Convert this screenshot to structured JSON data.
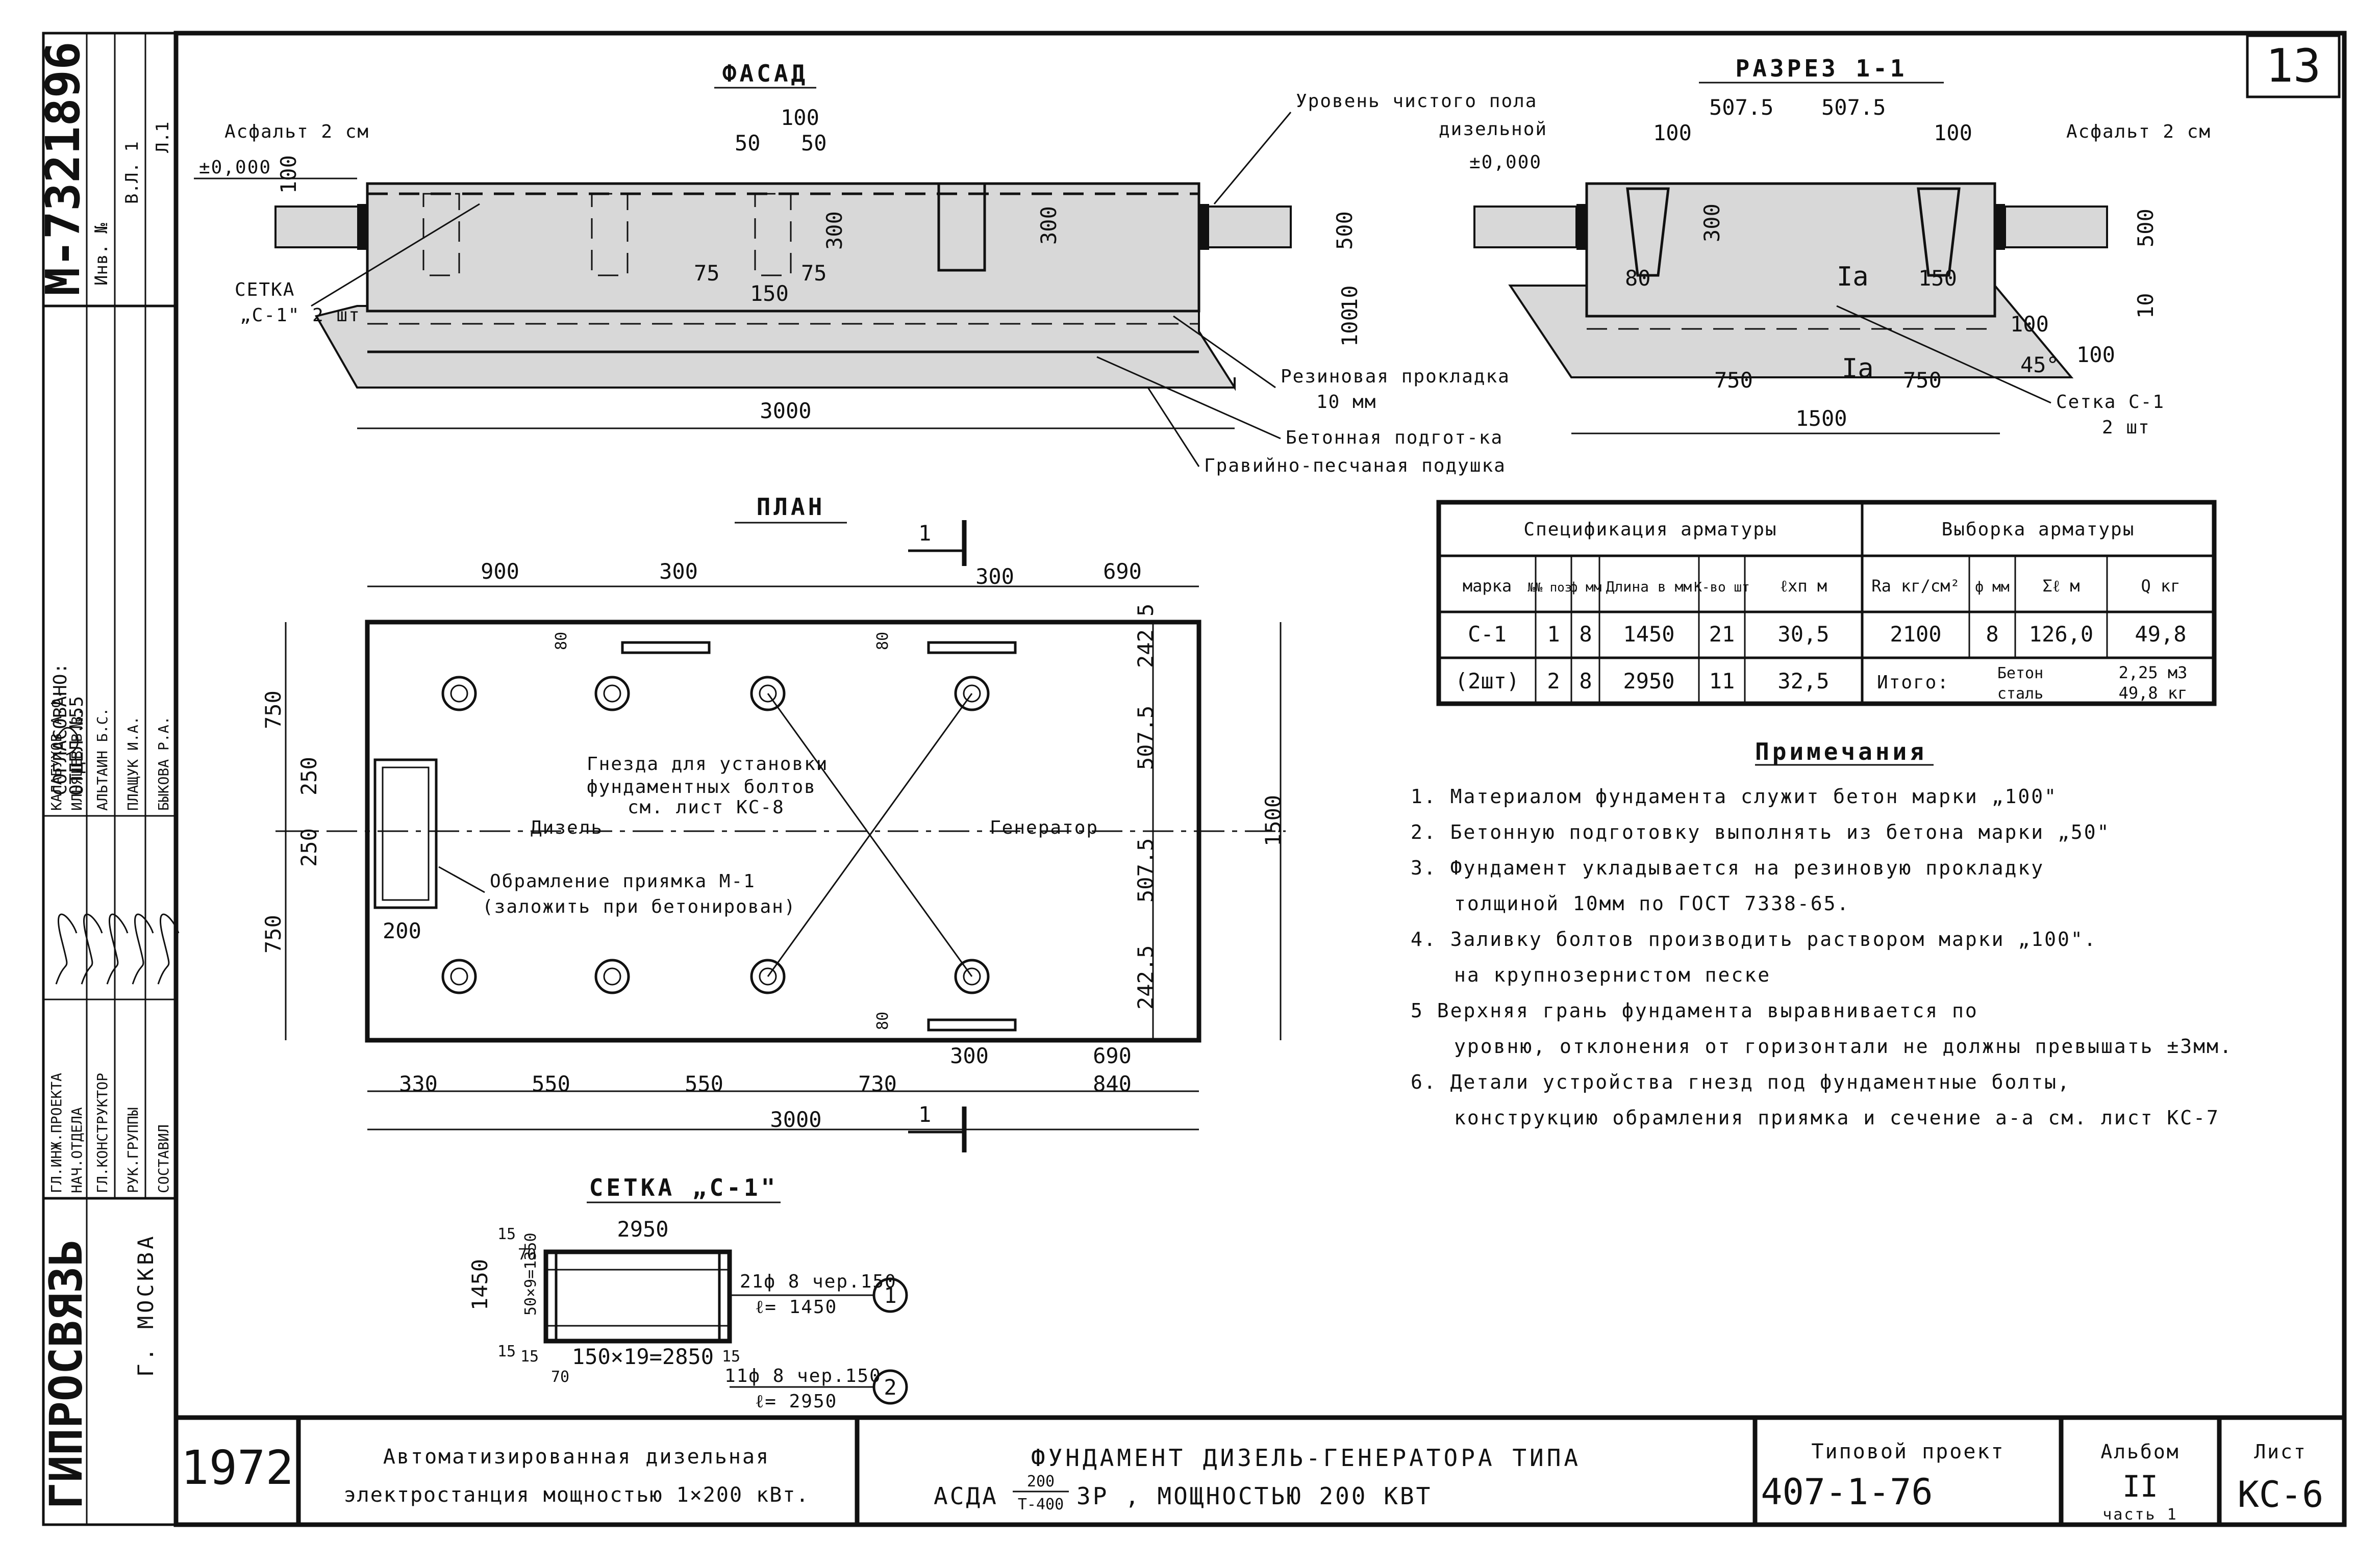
{
  "sheet_number": "13",
  "stamp": {
    "org": "ГИПРОСВЯЗЬ",
    "city": "Г. МОСКВА",
    "doc_number": "М-7321896",
    "inv_label": "Инв. №",
    "sheet_code": "Л.1",
    "vl": "В.Л. 1",
    "agreed": "СОГЛАСОВАНО:",
    "dept": "ОТДЕЛ №55",
    "roles": [
      "ГЛ.ИНЖ.ПРОЕКТА",
      "НАЧ.ОТДЕЛА",
      "ГЛ.КОНСТРУКТОР",
      "РУК.ГРУППЫ",
      "СОСТАВИЛ"
    ],
    "names": [
      "КАЛАБУХОВ А.Ф.",
      "ИЛЬЯШЕВ В.В.",
      "АЛЬТАИН Б.С.",
      "ПЛАЩУК И.А.",
      "БЫКОВА Р.А."
    ]
  },
  "facade": {
    "title": "ФАСАД",
    "asphalt": "Асфальт 2 см",
    "zero": "±0,000",
    "mesh": "СЕТКА",
    "mesh_count": "„С-1\" 2 шт",
    "clean_floor": "Уровень чистого пола",
    "diesel_room": "дизельной",
    "rubber": "Резиновая прокладка",
    "rubber_t": "10 мм",
    "concrete_prep": "Бетонная подгот-ка",
    "gravel": "Гравийно-песчаная подушка",
    "dims": [
      "100",
      "50",
      "50",
      "300",
      "300",
      "75",
      "150",
      "75",
      "100",
      "500",
      "10",
      "100",
      "3000"
    ]
  },
  "section": {
    "title": "РАЗРЕЗ 1-1",
    "asphalt": "Асфальт 2 см",
    "zero": "±0,000",
    "mesh": "Сетка С-1",
    "mesh_count": "2 шт",
    "marks": [
      "Ia",
      "Ia"
    ],
    "dims": [
      "507.5",
      "507.5",
      "100",
      "100",
      "300",
      "80",
      "150",
      "750",
      "750",
      "1500",
      "500",
      "10",
      "100",
      "45°",
      "100"
    ]
  },
  "plan": {
    "title": "ПЛАН",
    "cut": "1",
    "diesel": "Дизель",
    "generator": "Генератор",
    "bolt_holes": "Гнезда для установки",
    "bolt_holes2": "фундаментных болтов",
    "bolt_holes3": "см. лист КС-8",
    "frame": "Обрамление приямка М-1",
    "frame2": "(заложить при бетонирован)",
    "top_dims": [
      "900",
      "300",
      "300",
      "690"
    ],
    "bottom_dims": [
      "330",
      "550",
      "550",
      "730",
      "840"
    ],
    "bottom_total": "3000",
    "bot_small": [
      "300",
      "690"
    ],
    "left_dims": [
      "750",
      "250",
      "250",
      "750"
    ],
    "right_dims": [
      "242.5",
      "507.5",
      "507.5",
      "242.5"
    ],
    "right_total": "1500",
    "small": [
      "80",
      "80",
      "80",
      "200"
    ]
  },
  "mesh_c1": {
    "title": "СЕТКА „С-1\"",
    "width": "2950",
    "height": "1450",
    "inner": "50×9=1350",
    "pitch": "150×19=2850",
    "bar1": "21ф 8 чер.150",
    "bar1_len": "ℓ= 1450",
    "bar2": "11ф 8 чер.150",
    "bar2_len": "ℓ= 2950",
    "pos1": "1",
    "pos2": "2",
    "small": [
      "15",
      "70",
      "15",
      "15",
      "15",
      "70"
    ]
  },
  "spec_table": {
    "header_left": "Спецификация арматуры",
    "header_right": "Выборка арматуры",
    "cols": [
      "марка",
      "№№ поз.",
      "ф мм",
      "Длина в мм",
      "К-во шт",
      "ℓхп м",
      "Rа кг/см²",
      "ф мм",
      "Σℓ м",
      "Q кг"
    ],
    "rows": [
      [
        "С-1",
        "1",
        "8",
        "1450",
        "21",
        "30,5",
        "2100",
        "8",
        "126,0",
        "49,8"
      ],
      [
        "(2шт)",
        "2",
        "8",
        "2950",
        "11",
        "32,5",
        "Итого:",
        "Бетон",
        "сталь",
        "2,25 м3",
        "49,8 кг"
      ]
    ]
  },
  "notes": {
    "title": "Примечания",
    "items": [
      "1. Материалом фундамента служит бетон марки „100\"",
      "2. Бетонную подготовку выполнять из бетона марки „50\"",
      "3. Фундамент укладывается на резиновую прокладку",
      "толщиной 10мм по ГОСТ 7338-65.",
      "4. Заливку болтов производить раствором марки „100\".",
      "на крупнозернистом песке",
      "5 Верхняя грань фундамента выравнивается по",
      "уровню, отклонения от горизонтали не должны превышать ±3мм.",
      "6. Детали устройства гнезд под фундаментные болты,",
      "конструкцию обрамления приямка и сечение а-а см. лист КС-7"
    ]
  },
  "titleblock": {
    "year": "1972",
    "project_line1": "Автоматизированная дизельная",
    "project_line2": "электростанция мощностью 1×200 кВт.",
    "drawing_line1": "ФУНДАМЕНТ ДИЗЕЛЬ-ГЕНЕРАТОРА ТИПА",
    "drawing_asda": "АСДА",
    "drawing_frac_top": "200",
    "drawing_frac_bot": "Т-400",
    "drawing_line2": "3Р , МОЩНОСТЬЮ 200 КВТ",
    "typ_label": "Типовой проект",
    "typ_value": "407-1-76",
    "album_label": "Альбом",
    "album_value": "II",
    "album_part": "часть 1",
    "sheet_label": "Лист",
    "sheet_value": "КС-6"
  }
}
